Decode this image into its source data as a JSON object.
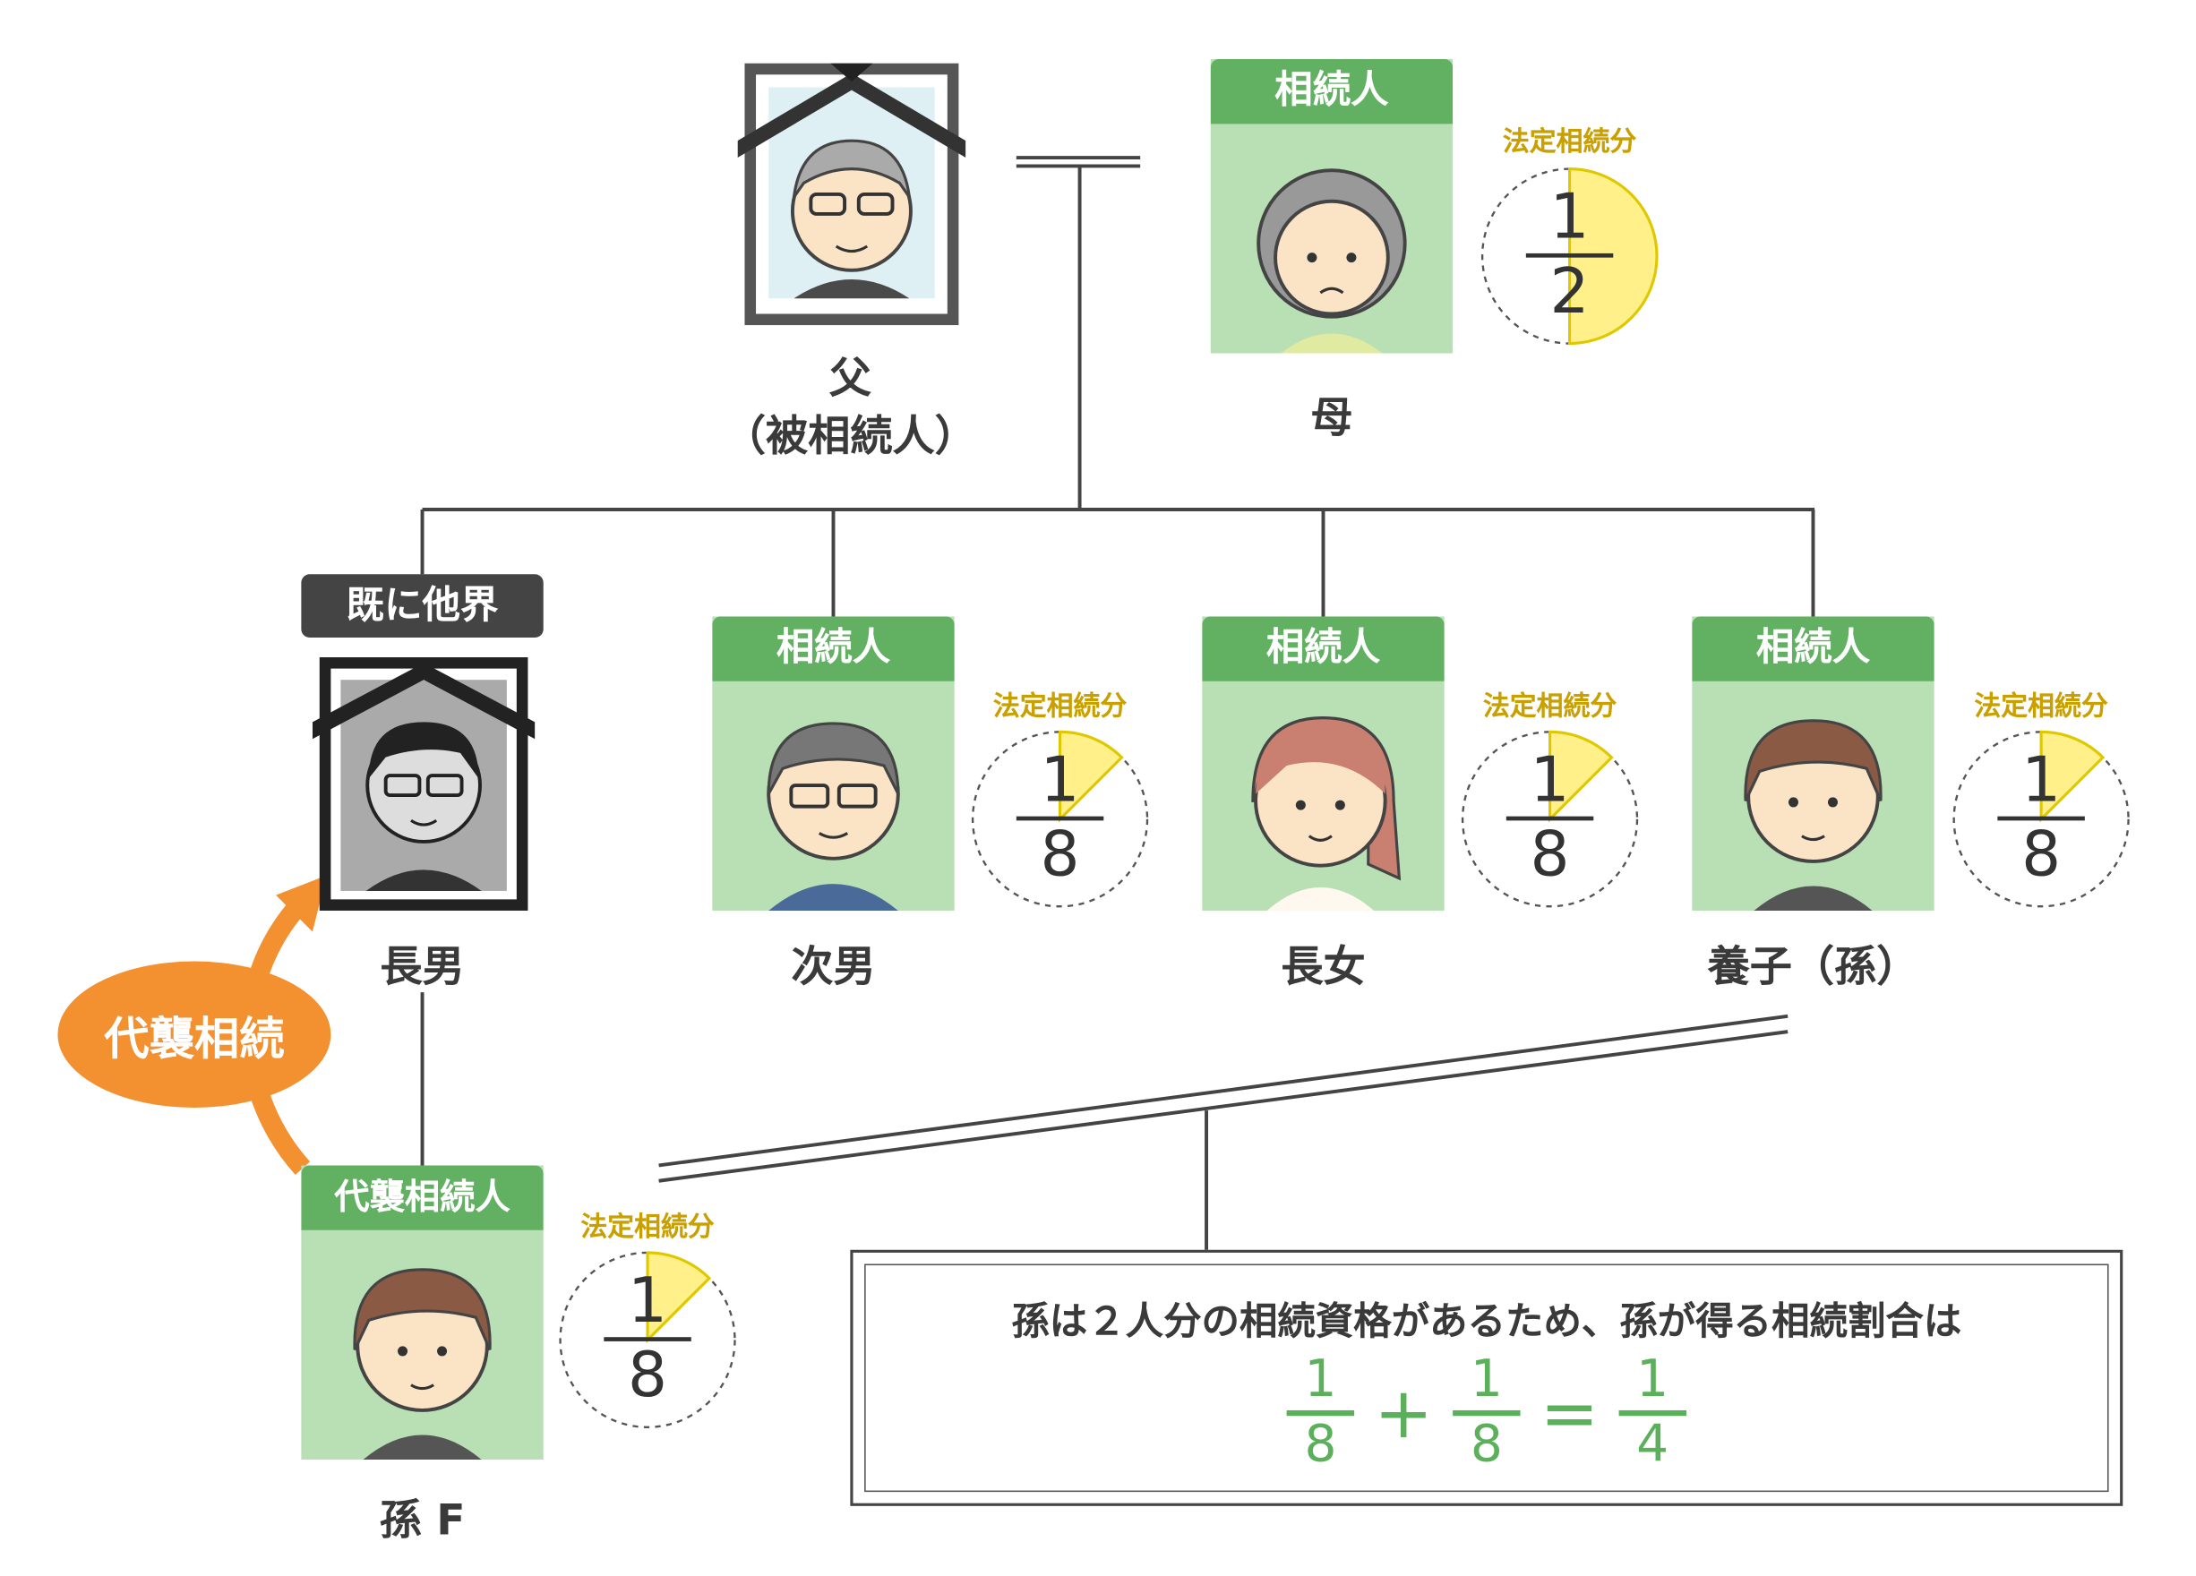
{
  "father": {
    "name": "父",
    "role": "（被相続人）"
  },
  "mother": {
    "badge": "相続人",
    "name": "母",
    "share_label": "法定相続分",
    "share": {
      "numerator": "1",
      "denominator": "2",
      "fraction": 0.5
    }
  },
  "eldest_son": {
    "badge": "既に他界",
    "name": "長男"
  },
  "second_son": {
    "badge": "相続人",
    "name": "次男",
    "share_label": "法定相続分",
    "share": {
      "numerator": "1",
      "denominator": "8",
      "fraction": 0.125
    }
  },
  "eldest_daughter": {
    "badge": "相続人",
    "name": "長女",
    "share_label": "法定相続分",
    "share": {
      "numerator": "1",
      "denominator": "8",
      "fraction": 0.125
    }
  },
  "adopted": {
    "badge": "相続人",
    "name": "養子（孫）",
    "share_label": "法定相続分",
    "share": {
      "numerator": "1",
      "denominator": "8",
      "fraction": 0.125
    }
  },
  "grandchild": {
    "badge": "代襲相続人",
    "name": "孫 F",
    "share_label": "法定相続分",
    "share": {
      "numerator": "1",
      "denominator": "8",
      "fraction": 0.125
    }
  },
  "arrow_label": "代襲相続",
  "note": {
    "text": "孫は２人分の相続資格があるため、孫が得る相続割合は",
    "eq": {
      "a_num": "1",
      "a_den": "8",
      "plus": "+",
      "b_num": "1",
      "b_den": "8",
      "equals": "=",
      "c_num": "1",
      "c_den": "4"
    }
  },
  "colors": {
    "green_header": "#62b062",
    "green_bg": "#b9e0b5",
    "yellow": "#fff08a",
    "gold": "#c9a000",
    "orange": "#f39030",
    "dark": "#3a3a3a"
  }
}
